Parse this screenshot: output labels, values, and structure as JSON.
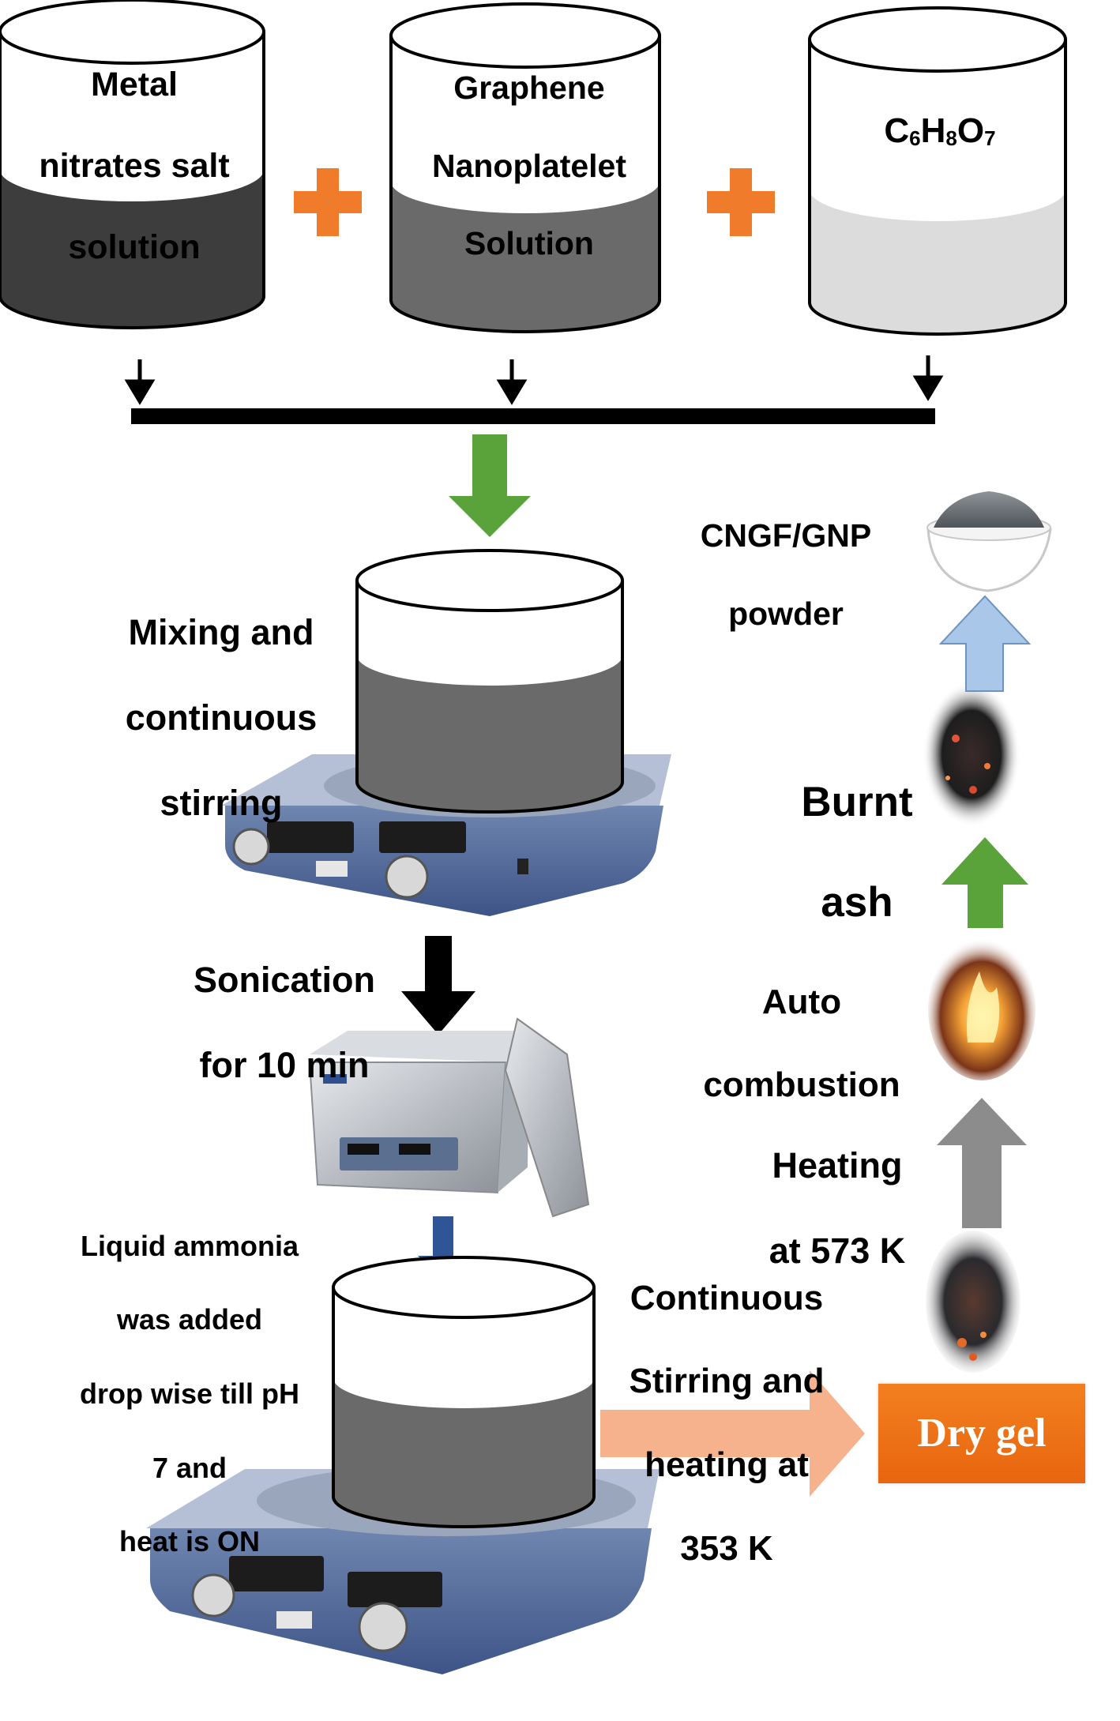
{
  "beakers": {
    "metal": {
      "lines": [
        "Metal",
        "nitrates salt",
        "solution"
      ]
    },
    "graphene": {
      "lines": [
        "Graphene",
        "Nanoplatelet",
        "Solution"
      ]
    },
    "citric": {
      "formula_parts": [
        "C",
        "6",
        "H",
        "8",
        "O",
        "7"
      ]
    }
  },
  "steps": {
    "mixing": {
      "lines": [
        "Mixing and",
        "continuous",
        "stirring"
      ]
    },
    "sonication": {
      "lines": [
        "Sonication",
        "for 10 min"
      ]
    },
    "ammonia": {
      "lines": [
        "Liquid ammonia",
        "was added",
        "drop wise till  pH",
        "7 and",
        "heat is ON"
      ]
    },
    "continuous": {
      "lines": [
        "Continuous",
        "Stirring and",
        "heating at",
        "353 K"
      ]
    },
    "dry_gel": "Dry gel",
    "heating": {
      "lines": [
        "Heating",
        "at 573 K"
      ]
    },
    "auto": {
      "lines": [
        "Auto",
        "combustion"
      ]
    },
    "burnt": {
      "lines": [
        "Burnt",
        "ash"
      ]
    },
    "product": {
      "lines": [
        "CNGF/GNP",
        "powder"
      ]
    }
  },
  "colors": {
    "plus": "#f07c2b",
    "arrow_green": "#5aa33a",
    "arrow_blue_light": "#a9c7e8",
    "arrow_black": "#000000",
    "arrow_navy": "#2f5597",
    "arrow_peach": "#f5b28c",
    "arrow_gray": "#8c8c8c",
    "dry_gel_box": "#ec6f18",
    "liquid_dark": "#3d3d3d",
    "liquid_mid": "#6a6a6a",
    "liquid_light": "#dcdcdc"
  }
}
